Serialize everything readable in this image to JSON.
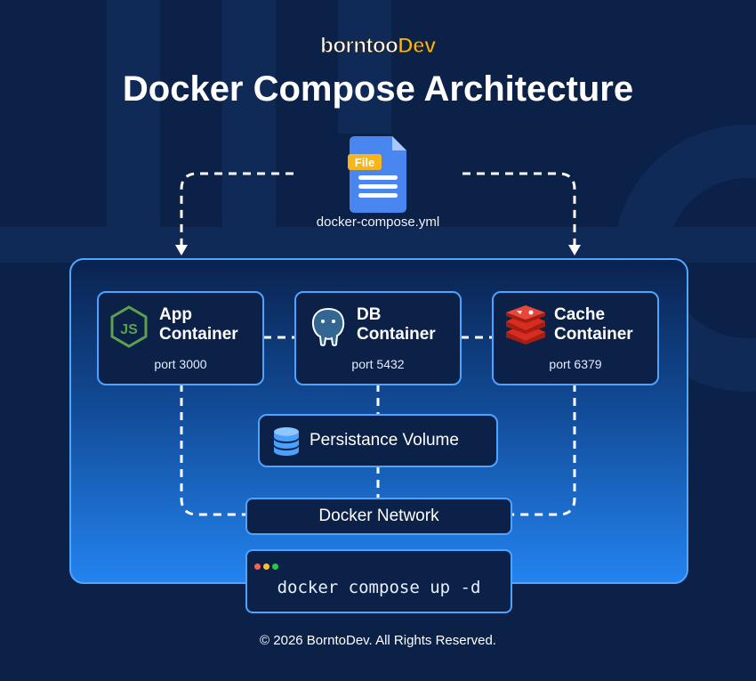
{
  "logo": {
    "part1": "borntoo",
    "part2": "Dev"
  },
  "title": "Docker Compose Architecture",
  "file": {
    "badge": "File",
    "label": "docker-compose.yml"
  },
  "containers": [
    {
      "line1": "App",
      "line2": "Container",
      "port": "port 3000",
      "icon": "nodejs-icon"
    },
    {
      "line1": "DB",
      "line2": "Container",
      "port": "port 5432",
      "icon": "postgresql-icon"
    },
    {
      "line1": "Cache",
      "line2": "Container",
      "port": "port 6379",
      "icon": "redis-icon"
    }
  ],
  "volume": {
    "label": "Persistance Volume",
    "icon": "database-icon"
  },
  "network": {
    "label": "Docker Network"
  },
  "terminal": {
    "command": "docker compose up -d",
    "dot_colors": [
      "#ff5f56",
      "#ffbd2e",
      "#27c93f"
    ]
  },
  "footer": "© 2026 BorntoDev. All Rights Reserved.",
  "colors": {
    "background": "#0b2148",
    "accent": "#4ea3ff",
    "logo_accent": "#f6b51a"
  }
}
